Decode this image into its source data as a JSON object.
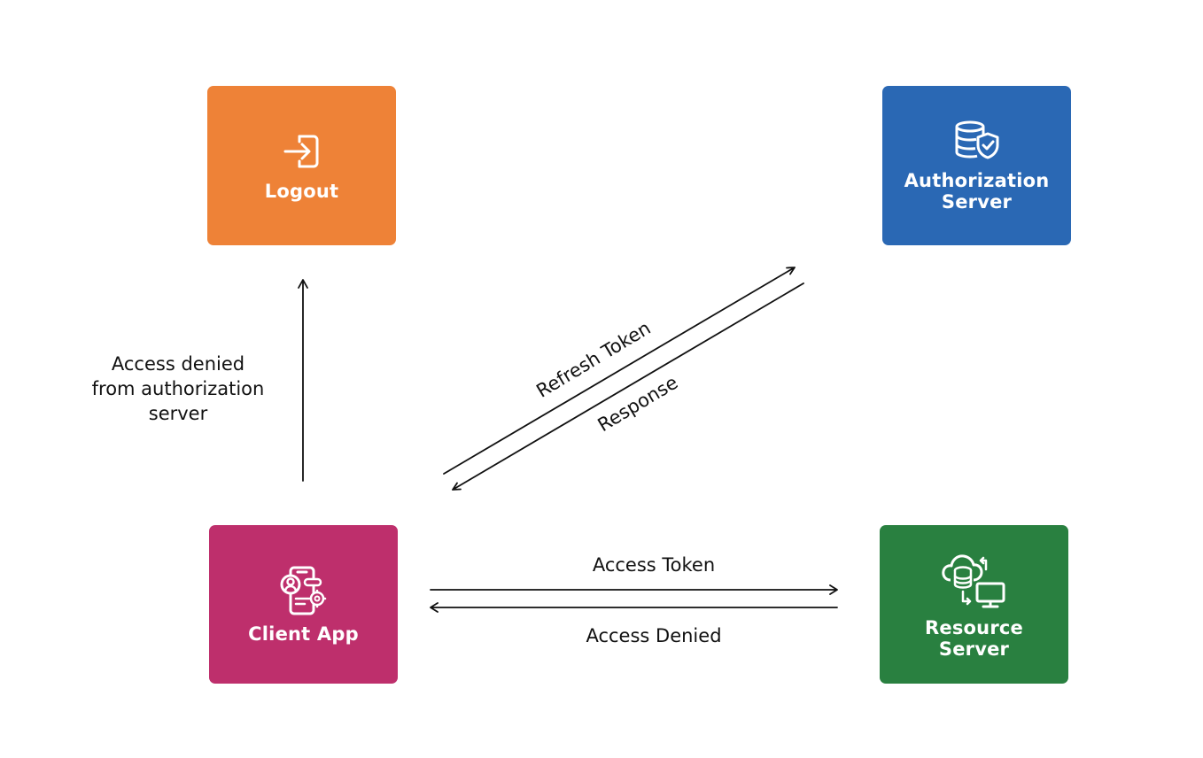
{
  "colors": {
    "logout": "#EE8237",
    "authorization_server": "#2A68B4",
    "client_app": "#BE2F6C",
    "resource_server": "#298040",
    "arrow": "#111111"
  },
  "nodes": {
    "logout": {
      "label": "Logout",
      "icon": "login-arrow-icon"
    },
    "authorization_server": {
      "label": "Authorization\nServer",
      "icon": "database-shield-icon"
    },
    "client_app": {
      "label": "Client App",
      "icon": "mobile-user-gear-icon"
    },
    "resource_server": {
      "label": "Resource\nServer",
      "icon": "cloud-database-monitor-icon"
    }
  },
  "edges": {
    "access_denied_auth": {
      "label": "Access denied\nfrom authorization\nserver"
    },
    "refresh_token": {
      "label": "Refresh Token"
    },
    "response": {
      "label": "Response"
    },
    "access_token": {
      "label": "Access Token"
    },
    "access_denied": {
      "label": "Access Denied"
    }
  }
}
